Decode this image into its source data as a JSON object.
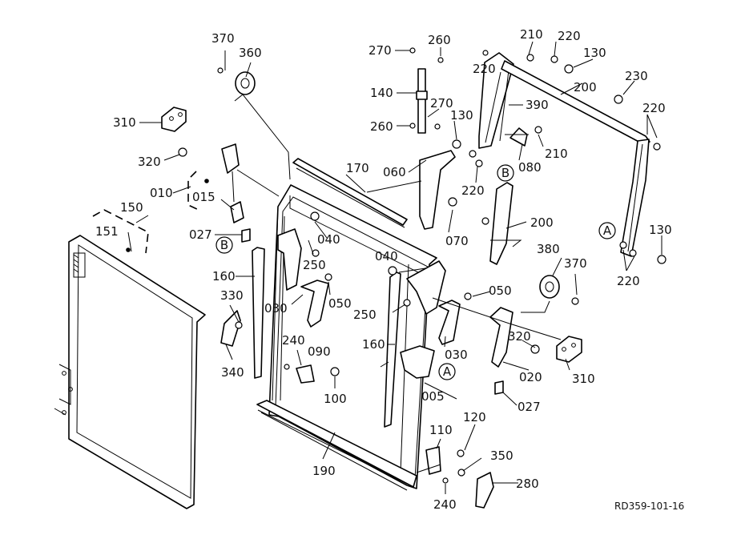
{
  "drawing_code": "RD359-101-16",
  "reference_marks": [
    "A",
    "B"
  ],
  "callouts": [
    "370",
    "360",
    "310",
    "320",
    "010",
    "015",
    "027",
    "150",
    "151",
    "160",
    "330",
    "340",
    "170",
    "060",
    "040",
    "250",
    "030",
    "050",
    "240",
    "090",
    "100",
    "190",
    "110",
    "120",
    "350",
    "280",
    "270",
    "260",
    "140",
    "210",
    "220",
    "130",
    "390",
    "080",
    "070",
    "200",
    "230",
    "380",
    "005",
    "020"
  ]
}
